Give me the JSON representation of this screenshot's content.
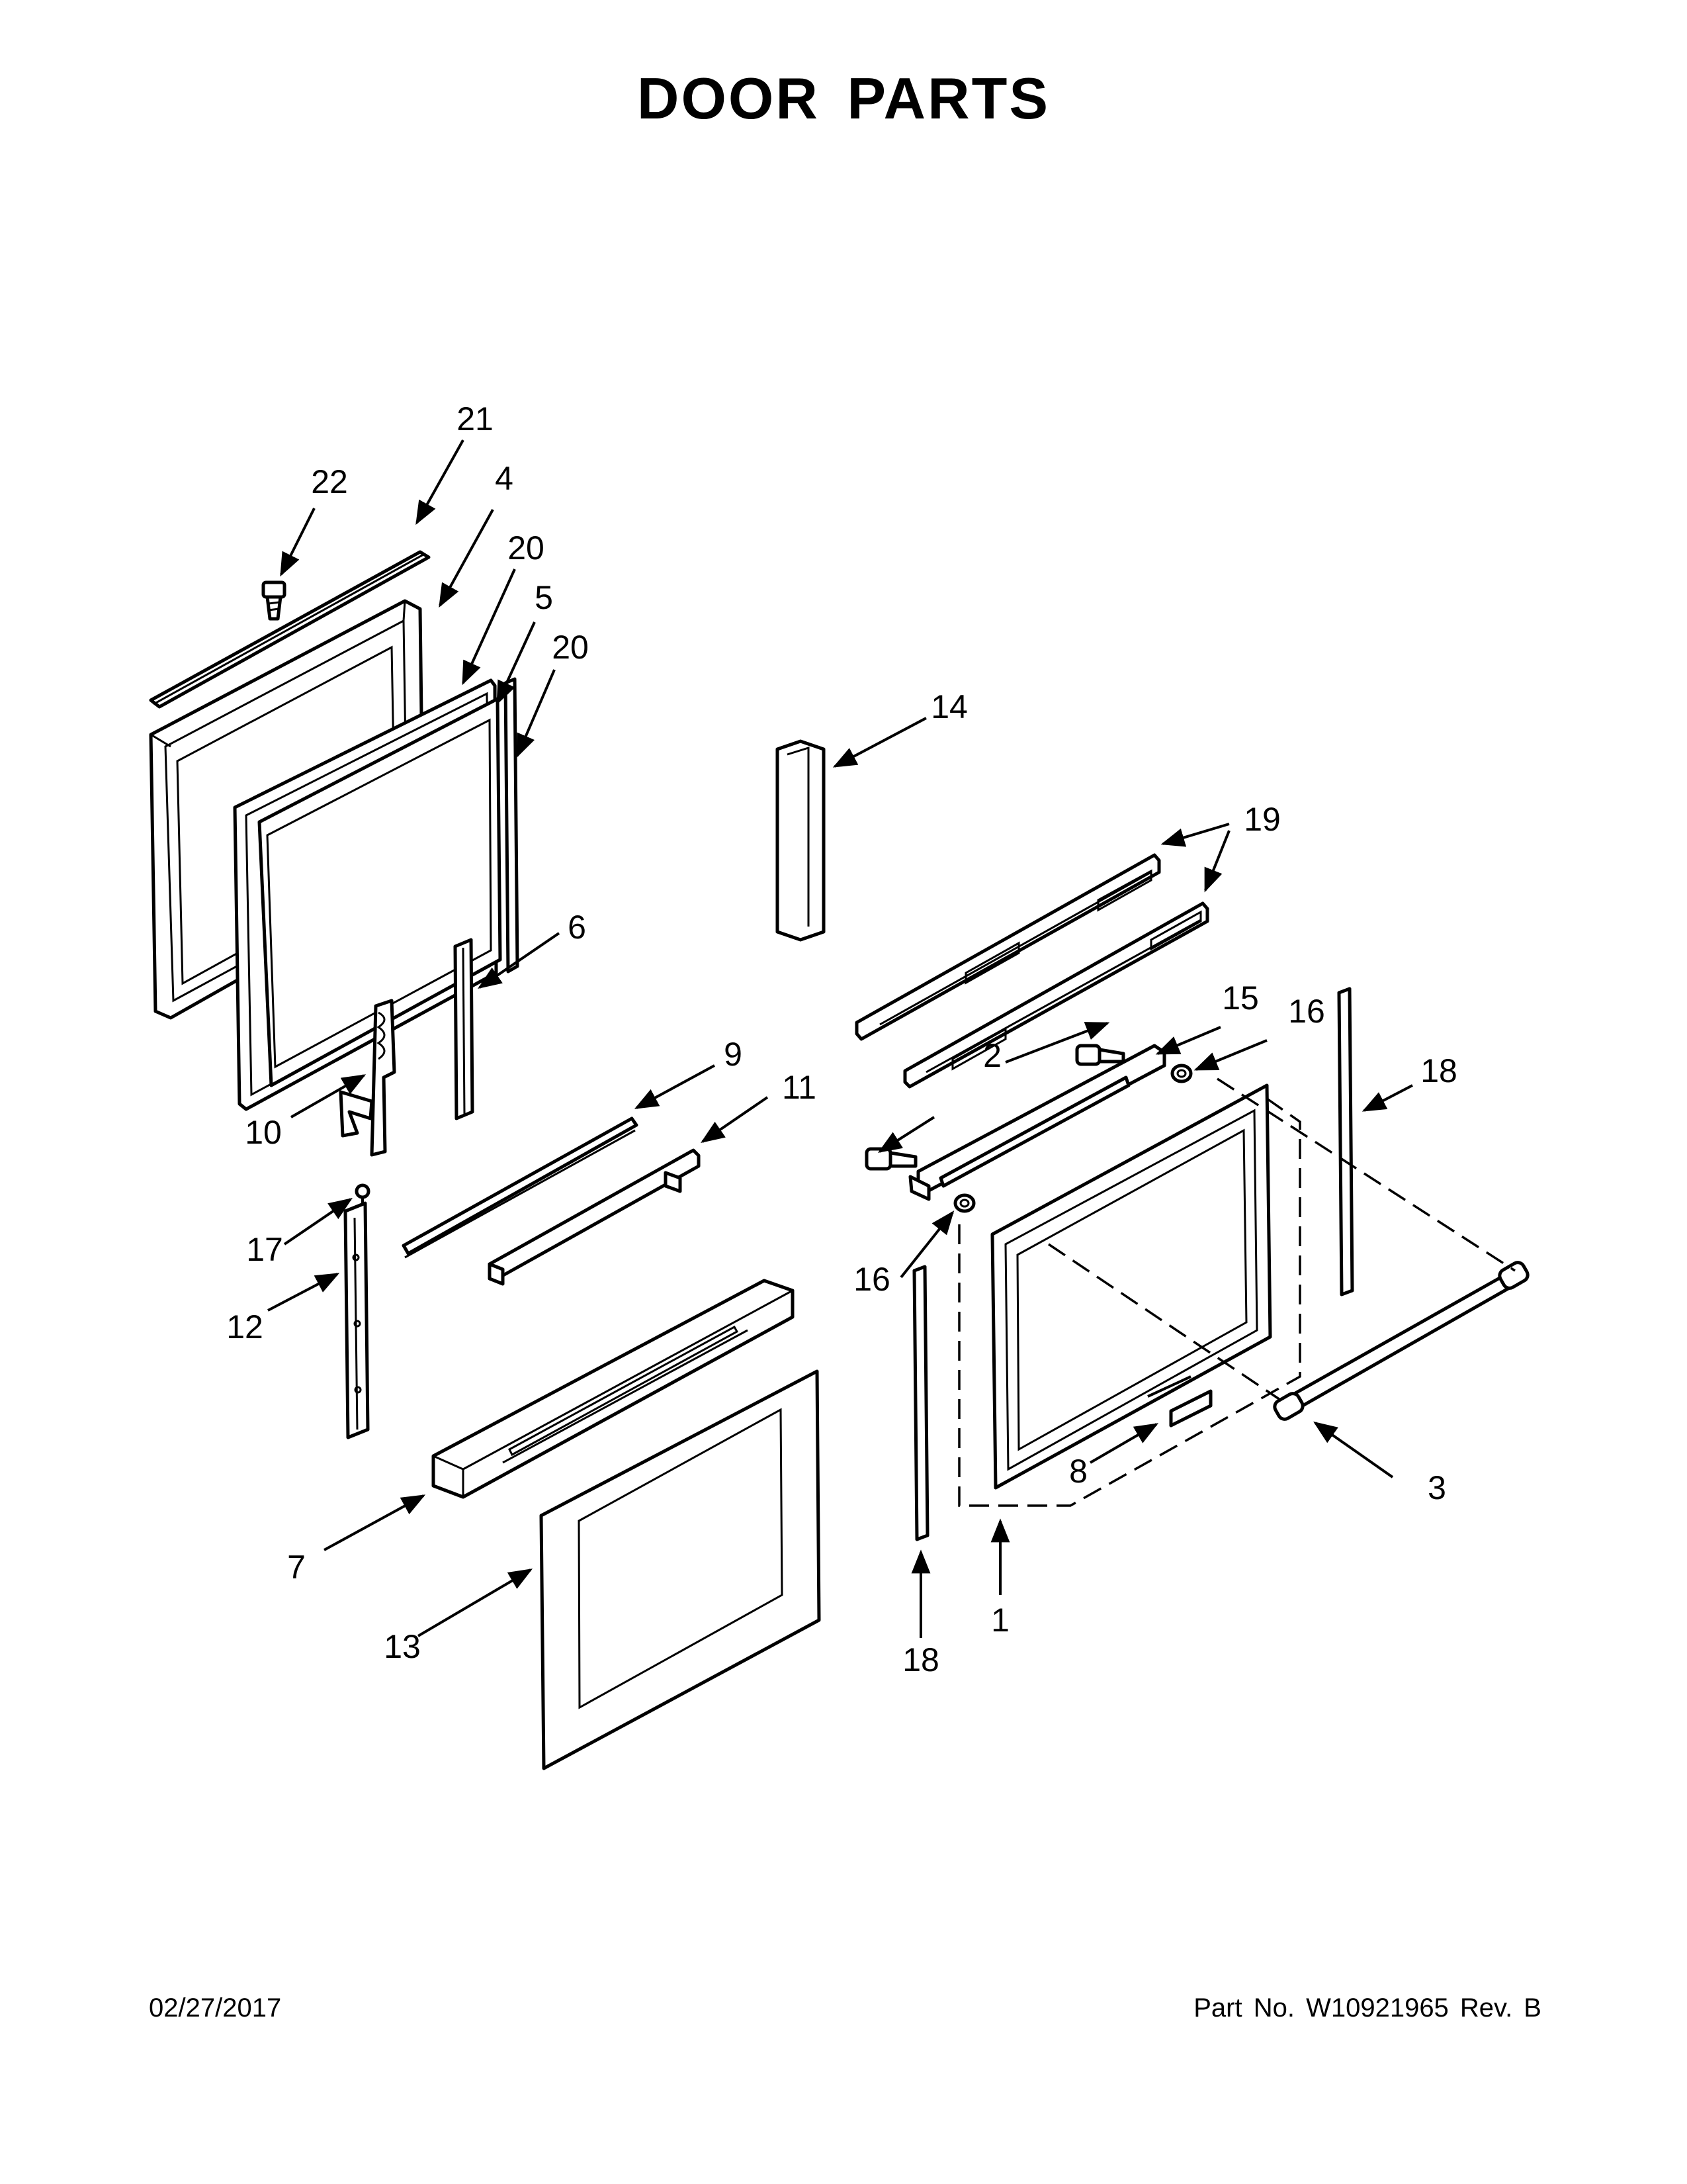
{
  "title": "DOOR PARTS",
  "footer": {
    "date": "02/27/2017",
    "part_number": "Part No.  W10921965  Rev.  B"
  },
  "callouts": {
    "c1": "1",
    "c2": "2",
    "c3": "3",
    "c4": "4",
    "c5": "5",
    "c6": "6",
    "c7": "7",
    "c8": "8",
    "c9": "9",
    "c10": "10",
    "c11": "11",
    "c12": "12",
    "c13": "13",
    "c14": "14",
    "c15": "15",
    "c16a": "16",
    "c16b": "16",
    "c17": "17",
    "c18a": "18",
    "c18b": "18",
    "c19": "19",
    "c20a": "20",
    "c20b": "20",
    "c21": "21",
    "c22": "22"
  }
}
